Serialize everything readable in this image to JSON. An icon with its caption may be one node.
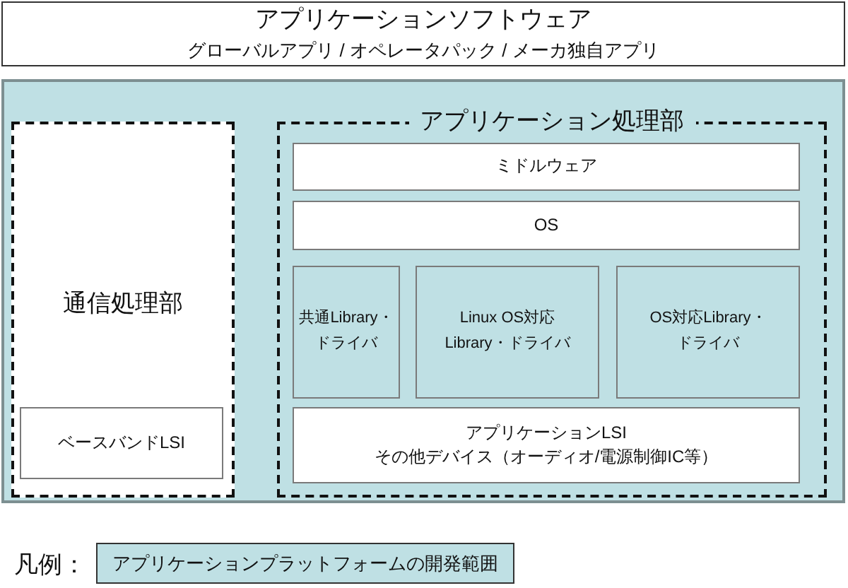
{
  "diagram": {
    "nodes": [
      {
        "text": [
          "アプリケーションソフトウェア",
          "グローバルアプリ / オペレータパック / メーカ独自アプリ"
        ]
      },
      {
        "text": [],
        "shape": "box"
      },
      {
        "text": [
          "通信処理部"
        ],
        "in": 1
      },
      {
        "text": [
          "ベースバンドLSI"
        ],
        "in": 2
      },
      {
        "text": [
          "アプリケーション処理部"
        ],
        "in": 1
      },
      {
        "text": [
          "ミドルウェア"
        ],
        "in": 4
      },
      {
        "text": [
          "OS"
        ],
        "in": 4
      },
      {
        "text": [
          "共通Library・ドライバ"
        ],
        "in": 4
      },
      {
        "text": [
          "Linux OS対応Library・ドライバ"
        ],
        "in": 4
      },
      {
        "text": [
          "OS対応Library・ドライバ"
        ],
        "in": 4
      },
      {
        "text": [
          "アプリケーションLSI",
          "その他デバイス（オーディオ/電源制御IC等）"
        ],
        "in": 4
      }
    ],
    "labels": [
      "凡例："
    ],
    "legend": [
      {
        "text": "アプリケーションプラットフォームの開発範囲",
        "color": "#bfe0e4"
      }
    ]
  }
}
